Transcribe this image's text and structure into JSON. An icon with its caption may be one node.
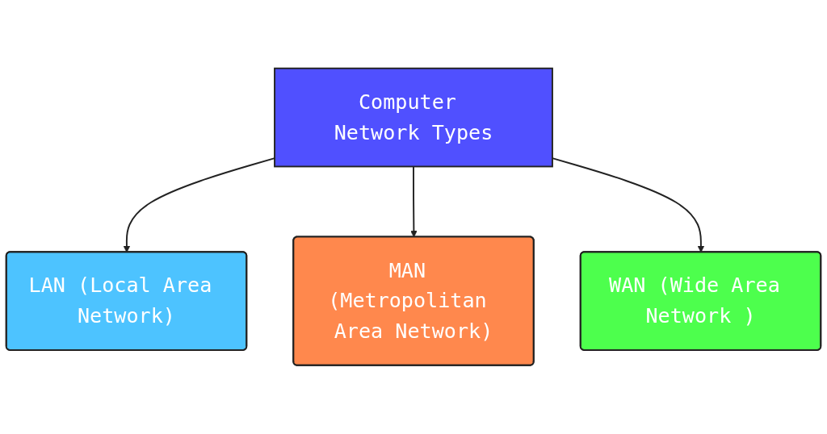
{
  "diagram": {
    "nodes": [
      {
        "text": [
          "Computer Network Types"
        ]
      },
      {
        "text": [
          "LAN (Local Area Network)"
        ]
      },
      {
        "text": [
          "MAN (Metropolitan Area Network)"
        ]
      },
      {
        "text": [
          "WAN (Wide Area Network )"
        ]
      }
    ],
    "edges": [
      {
        "from": 0,
        "to": 1,
        "arrow": "to"
      },
      {
        "from": 0,
        "to": 2,
        "arrow": "to"
      },
      {
        "from": 0,
        "to": 3,
        "arrow": "to"
      }
    ]
  }
}
